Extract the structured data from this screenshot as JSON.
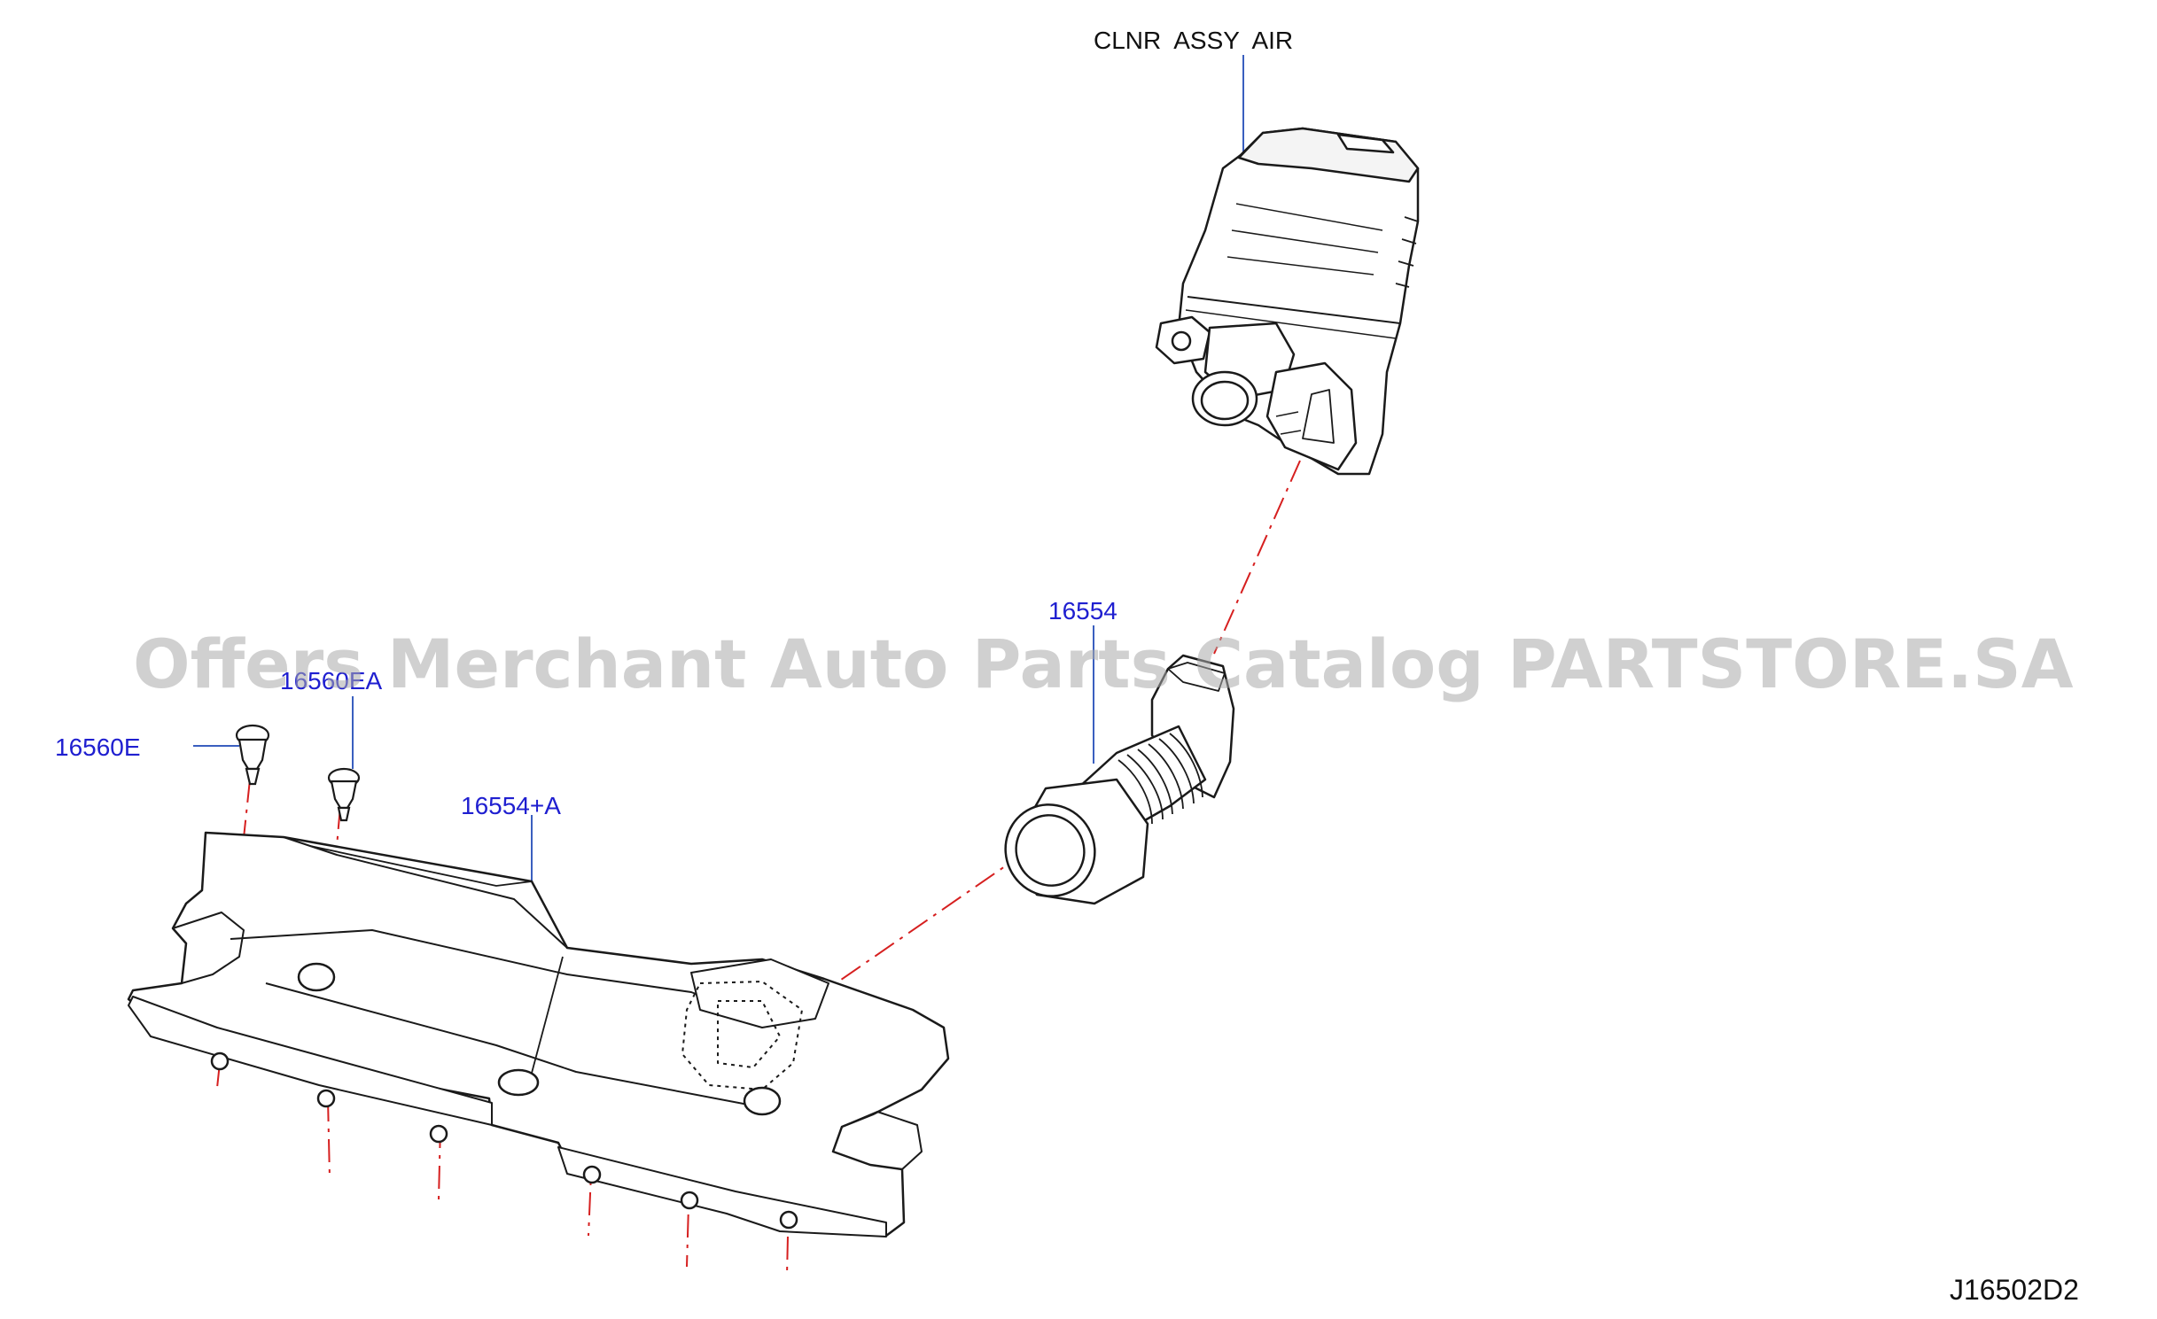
{
  "diagram": {
    "code": "J16502D2",
    "watermark": "Offers Merchant Auto Parts Catalog PARTSTORE.SA",
    "colors": {
      "label_blue": "#1f1fd0",
      "leader_blue": "#3a5fbf",
      "centerline_red": "#d61f1f",
      "outline": "#1a1a1a"
    },
    "parts": [
      {
        "id": "clnr-assy-air",
        "label": "CLNR  ASSY  AIR",
        "style": "black"
      },
      {
        "id": "16554",
        "label": "16554",
        "style": "blue"
      },
      {
        "id": "16554-a",
        "label": "16554+A",
        "style": "blue"
      },
      {
        "id": "16560e",
        "label": "16560E",
        "style": "blue"
      },
      {
        "id": "16560ea",
        "label": "16560EA",
        "style": "blue"
      }
    ]
  }
}
